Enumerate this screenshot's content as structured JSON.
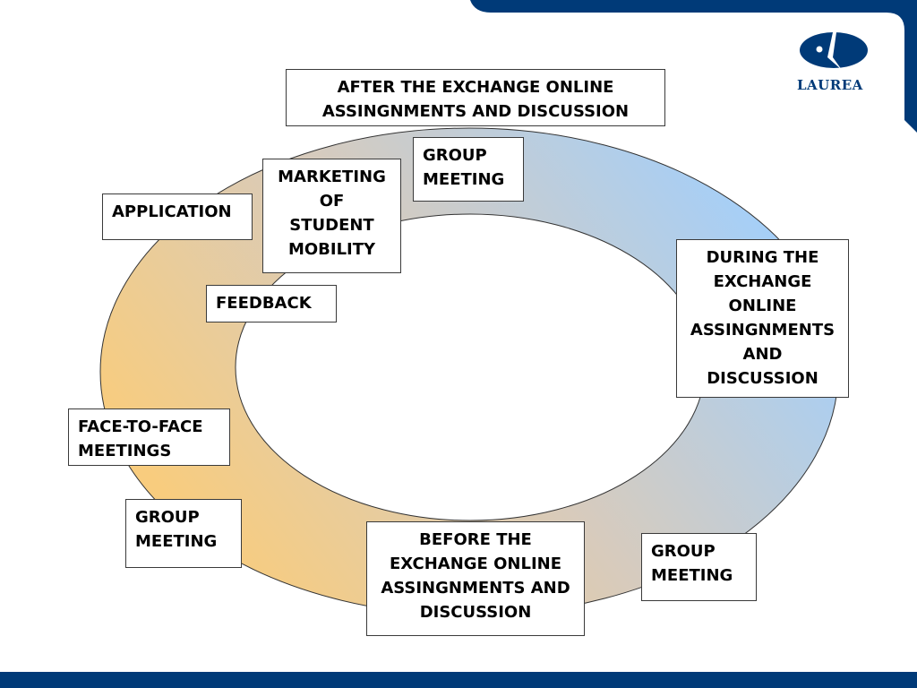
{
  "colors": {
    "brand_navy": "#003a78",
    "ring_blue": "#a6cff7",
    "ring_orange": "#f8cc7e",
    "box_border": "#3a3a3a"
  },
  "logo": {
    "text": "LAUREA",
    "icon": "laurea-emblem-icon"
  },
  "diagram": {
    "after_exchange": "AFTER THE EXCHANGE ONLINE\nASSINGNMENTS AND DISCUSSION",
    "group_meeting_top": "GROUP\nMEETING",
    "marketing": "MARKETING\nOF\nSTUDENT\nMOBILITY",
    "application": "APPLICATION",
    "feedback": "FEEDBACK",
    "during_exchange": "DURING THE\nEXCHANGE\nONLINE\nASSINGNMENTS\nAND\nDISCUSSION",
    "face_to_face": "FACE-TO-FACE\nMEETINGS",
    "group_meeting_left": "GROUP\nMEETING",
    "before_exchange": "BEFORE THE\nEXCHANGE ONLINE\nASSINGNMENTS AND\nDISCUSSION",
    "group_meeting_right": "GROUP\nMEETING"
  }
}
